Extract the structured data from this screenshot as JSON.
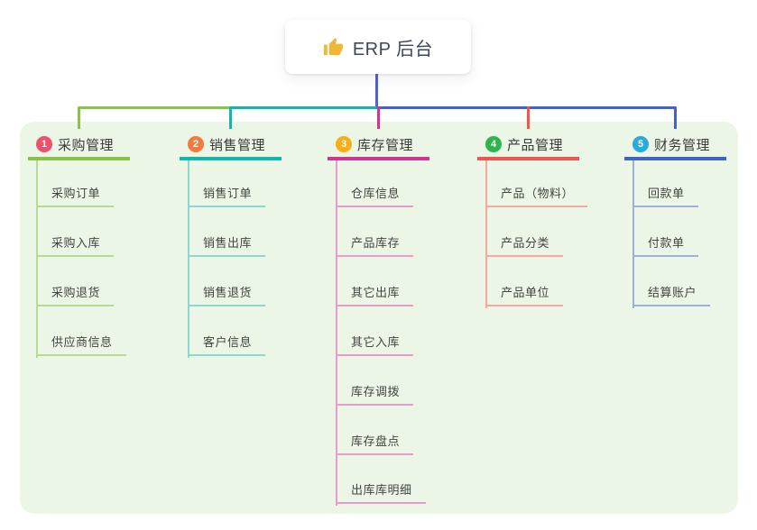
{
  "root": {
    "icon": "thumbs-up",
    "label": "ERP 后台"
  },
  "colors": {
    "panel_bg": "#ecf6e6",
    "root_connector": "#5163c9",
    "root_text": "#3b4859",
    "thumb_icon": "#f2b636"
  },
  "branches": [
    {
      "label": "采购管理",
      "badge": "1",
      "badge_color": "#f0506e",
      "line_color": "#8ac24a",
      "child_line_color": "#b7db90",
      "children": [
        "采购订单",
        "采购入库",
        "采购退货",
        "供应商信息"
      ]
    },
    {
      "label": "销售管理",
      "badge": "2",
      "badge_color": "#f5793b",
      "line_color": "#14b5ab",
      "child_line_color": "#8bd8d1",
      "children": [
        "销售订单",
        "销售出库",
        "销售退货",
        "客户信息"
      ]
    },
    {
      "label": "库存管理",
      "badge": "3",
      "badge_color": "#fbad17",
      "line_color": "#d0368f",
      "child_line_color": "#ec99cb",
      "children": [
        "仓库信息",
        "产品库存",
        "其它出库",
        "其它入库",
        "库存调拨",
        "库存盘点",
        "出库库明细"
      ]
    },
    {
      "label": "产品管理",
      "badge": "4",
      "badge_color": "#2db44d",
      "line_color": "#f25550",
      "child_line_color": "#f8a7a1",
      "children": [
        "产品（物料）",
        "产品分类",
        "产品单位"
      ]
    },
    {
      "label": "财务管理",
      "badge": "5",
      "badge_color": "#29a9e1",
      "line_color": "#3f63c8",
      "child_line_color": "#9cafdf",
      "children": [
        "回款单",
        "付款单",
        "结算账户"
      ]
    }
  ]
}
